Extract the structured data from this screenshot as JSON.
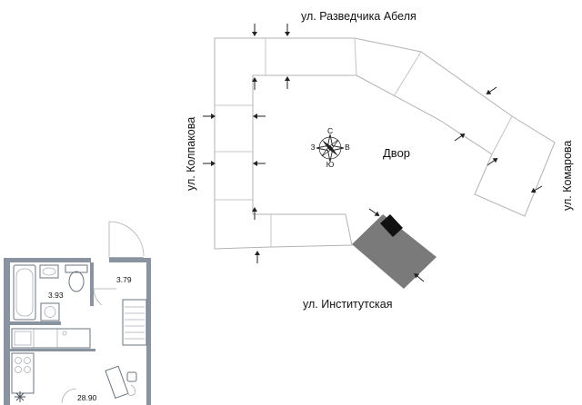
{
  "streets": {
    "top": "ул. Разведчика Абеля",
    "left": "ул. Колпакова",
    "right": "ул. Комарова",
    "bottom": "ул. Институтская"
  },
  "yard_label": "Двор",
  "compass": {
    "n": "С",
    "s": "Ю",
    "w": "З",
    "e": "В"
  },
  "apartment": {
    "bathroom_area": "3.93",
    "hallway_area": "3.79",
    "room_area": "28.90"
  },
  "colors": {
    "highlight_building": "#7a7a7a",
    "building_outline": "#b3b3b3",
    "plan_walls": "#8a93a0"
  }
}
